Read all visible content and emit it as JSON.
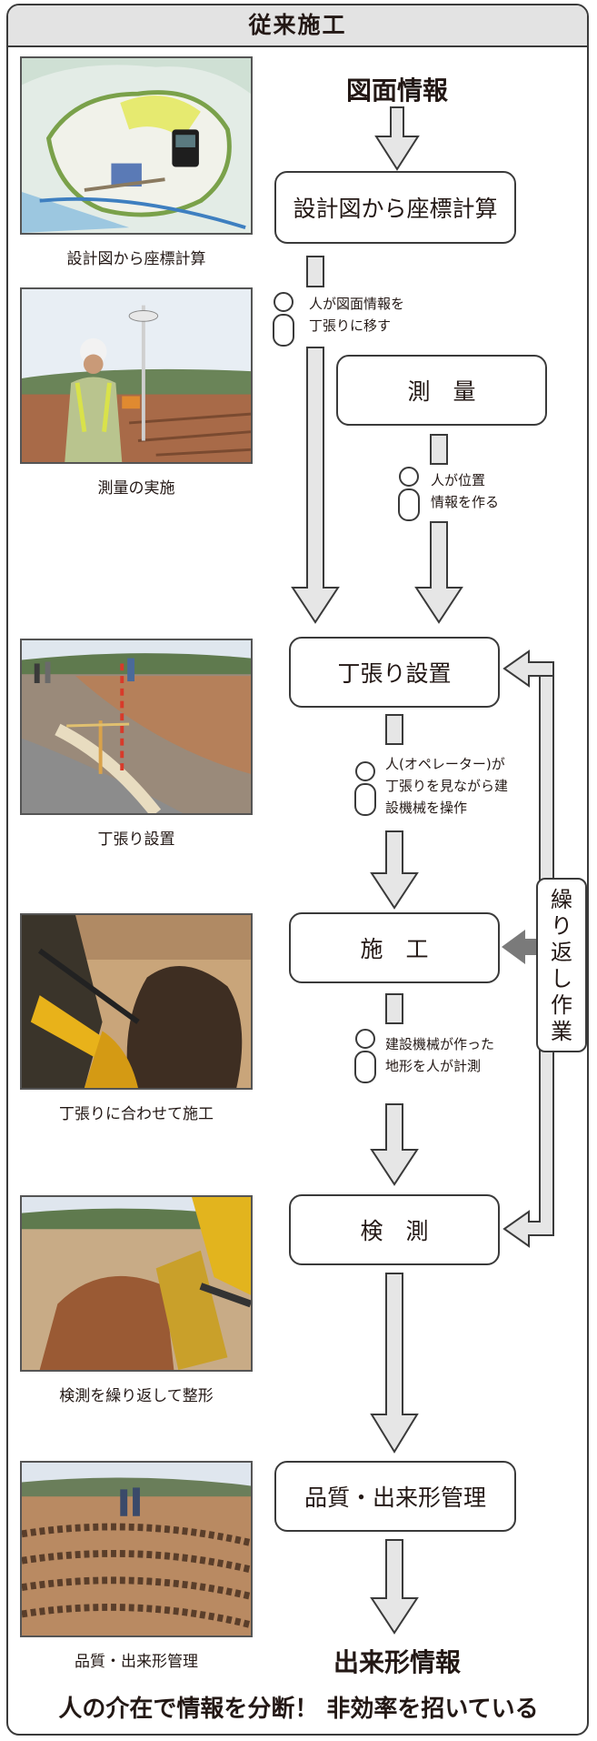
{
  "header": {
    "title": "従来施工"
  },
  "start_label": "図面情報",
  "end_label": "出来形情報",
  "steps": {
    "calc": "設計図から座標計算",
    "survey": "測　量",
    "stake": "丁張り設置",
    "construct": "施　工",
    "inspect": "検　測",
    "quality": "品質・出来形管理"
  },
  "notes": {
    "n1": "人が図面情報を\n丁張りに移す",
    "n2": "人が位置\n情報を作る",
    "n3": "人(オペレーター)が\n丁張りを見ながら建\n設機械を操作",
    "n4": "建設機械が作った\n地形を人が計測"
  },
  "repeat_label": [
    "繰",
    "り",
    "返",
    "し",
    "作",
    "業"
  ],
  "captions": {
    "c1": "設計図から座標計算",
    "c2": "測量の実施",
    "c3": "丁張り設置",
    "c4": "丁張りに合わせて施工",
    "c5": "検測を繰り返して整形",
    "c6": "品質・出来形管理"
  },
  "footer": "人の介在で情報を分断！ 非効率を招いている",
  "colors": {
    "frame": "#3a3a3a",
    "header_bg": "#e3e3e3",
    "arrow_fill": "#e6e6e6",
    "solid_arrow": "#7a7a7a"
  }
}
